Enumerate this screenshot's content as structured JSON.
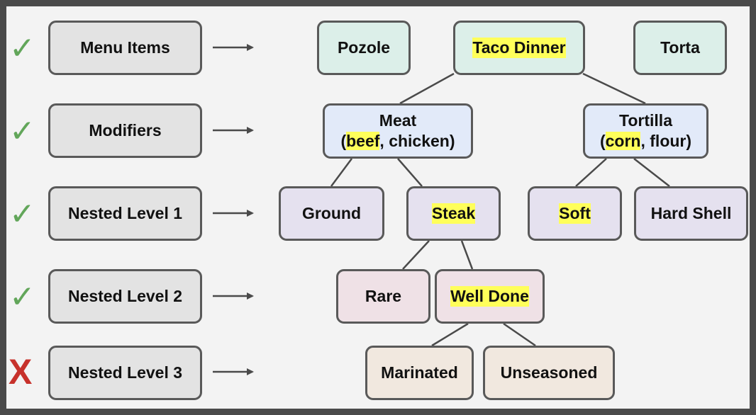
{
  "rows": [
    {
      "label": "Menu Items",
      "supported": true
    },
    {
      "label": "Modifiers",
      "supported": true
    },
    {
      "label": "Nested Level 1",
      "supported": true
    },
    {
      "label": "Nested Level 2",
      "supported": true
    },
    {
      "label": "Nested Level 3",
      "supported": false
    }
  ],
  "status_symbols": {
    "supported": "✓",
    "unsupported": "X"
  },
  "status_colors": {
    "supported": "#62a65a",
    "unsupported": "#c7312b"
  },
  "highlight_color": "#ffff5a",
  "menu_items": {
    "pozole": "Pozole",
    "taco_dinner": "Taco Dinner",
    "torta": "Torta"
  },
  "modifiers": {
    "meat": {
      "title": "Meat",
      "open": "(",
      "selected": "beef",
      "rest": ", chicken)"
    },
    "tortilla": {
      "title": "Tortilla",
      "open": "(",
      "selected": "corn",
      "rest": ", flour)"
    }
  },
  "nested_level_1": {
    "ground": "Ground",
    "steak": "Steak",
    "soft": "Soft",
    "hard_shell": "Hard Shell"
  },
  "nested_level_2": {
    "rare": "Rare",
    "well_done": "Well Done"
  },
  "nested_level_3": {
    "marinated": "Marinated",
    "unseasoned": "Unseasoned"
  }
}
